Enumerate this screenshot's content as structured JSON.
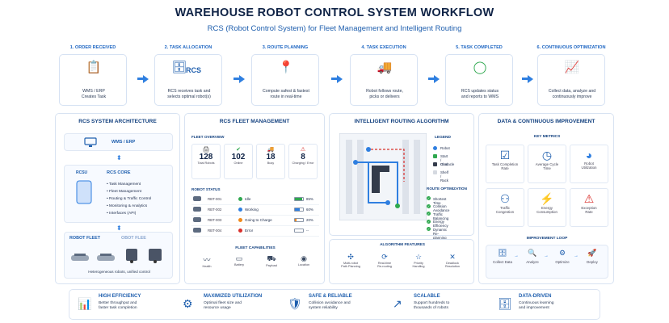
{
  "title": "WAREHOUSE ROBOT CONTROL SYSTEM WORKFLOW",
  "subtitle": "RCS (Robot Control System) for Fleet Management and Intelligent Routing",
  "steps": [
    {
      "title": "1. ORDER RECEIVED",
      "desc": "WMS / ERP\nCreates Task"
    },
    {
      "title": "2. TASK ALLOCATION",
      "desc": "RCS receives task and\nselects optimal robot(s)",
      "badge": "RCS"
    },
    {
      "title": "3. ROUTE PLANNING",
      "desc": "Compute safest & fastest\nroute in real-time"
    },
    {
      "title": "4. TASK EXECUTION",
      "desc": "Robot follows route,\npicks or delivers"
    },
    {
      "title": "5. TASK COMPLETED",
      "desc": "RCS updates status\nand reports to WMS"
    },
    {
      "title": "6. CONTINUOUS OPTIMIZATION",
      "desc": "Collect data, analyze and\ncontinuously improve"
    }
  ],
  "arch": {
    "title": "RCS SYSTEM ARCHITECTURE",
    "wms": "WMS / ERP",
    "core_label": "RCS CORE",
    "core_prefix": "RCSU",
    "core_items": [
      "Task Management",
      "Fleet Management",
      "Routing & Traffic Control",
      "Monitoring & Analytics",
      "Interfaces (API)"
    ],
    "fleet_label": "ROBOT FLEET",
    "fleet_label2": "OBOT FLEE",
    "fleet_caption": "Heterogeneous robots, unified control"
  },
  "fleet": {
    "title": "RCS FLEET MANAGEMENT",
    "overview_title": "FLEET OVERVIEW",
    "stats": [
      {
        "value": "128",
        "label": "Total Robots"
      },
      {
        "value": "102",
        "label": "Online"
      },
      {
        "value": "18",
        "label": "Busy"
      },
      {
        "value": "8",
        "label": "Charging / Error"
      }
    ],
    "status_title": "ROBOT STATUS",
    "robots": [
      {
        "id": "RBT-001",
        "state": "Idle",
        "battery": "85%",
        "level": 0.85,
        "color": "#2fa84f"
      },
      {
        "id": "RBT-002",
        "state": "Working",
        "battery": "60%",
        "level": 0.6,
        "color": "#2f7fe0"
      },
      {
        "id": "RBT-003",
        "state": "Going to Charge",
        "battery": "20%",
        "level": 0.2,
        "color": "#f08a1c"
      },
      {
        "id": "RBT-004",
        "state": "Error",
        "battery": "--",
        "level": 0,
        "color": "#d9302c"
      }
    ],
    "cap_title": "FLEET CAPABILITIES",
    "capabilities": [
      "Health",
      "Battery",
      "Payload",
      "Location"
    ]
  },
  "routing": {
    "title": "INTELLIGENT ROUTING ALGORITHM",
    "legend_title": "LEGEND",
    "legend": [
      {
        "label": "Robot",
        "color": "#2f7fe0"
      },
      {
        "label": "Start / Goal",
        "color": "#2fa84f"
      },
      {
        "label": "Obstacle",
        "color": "#333b4a"
      },
      {
        "label": "Shelf / Rack",
        "color": "#d5d9e0"
      }
    ],
    "opt_title": "ROUTE OPTIMIZATION",
    "opts": [
      "Shortest Time",
      "Collision Avoidance",
      "Traffic Balancing",
      "Energy Efficiency",
      "Dynamic Re-planning"
    ],
    "features_title": "ALGORITHM FEATURES",
    "features": [
      "Multi-robot\nPath Planning",
      "Real-time\nRe-routing",
      "Priority\nHandling",
      "Deadlock\nResolution"
    ]
  },
  "data": {
    "title": "DATA & CONTINUOUS IMPROVEMENT",
    "metrics_title": "KEY METRICS",
    "metrics": [
      "Task Completion\nRate",
      "Average Cycle\nTime",
      "Robot\nUtilization",
      "Traffic\nCongestion",
      "Energy\nConsumption",
      "Exception\nRate"
    ],
    "loop_title": "IMPROVEMENT LOOP",
    "loop": [
      "Collect Data",
      "Analyze",
      "Optimize",
      "Deploy"
    ]
  },
  "benefits": [
    {
      "title": "HIGH EFFICIENCY",
      "desc": "Better throughput and\nfaster task completion"
    },
    {
      "title": "MAXIMIZED UTILIZATION",
      "desc": "Optimal fleet size and\nresource usage"
    },
    {
      "title": "SAFE & RELIABLE",
      "desc": "Collision avoidance and\nsystem reliability"
    },
    {
      "title": "SCALABLE",
      "desc": "Support hundreds to\nthousands of robots"
    },
    {
      "title": "DATA-DRIVEN",
      "desc": "Continuous learning\nand improvement"
    }
  ]
}
